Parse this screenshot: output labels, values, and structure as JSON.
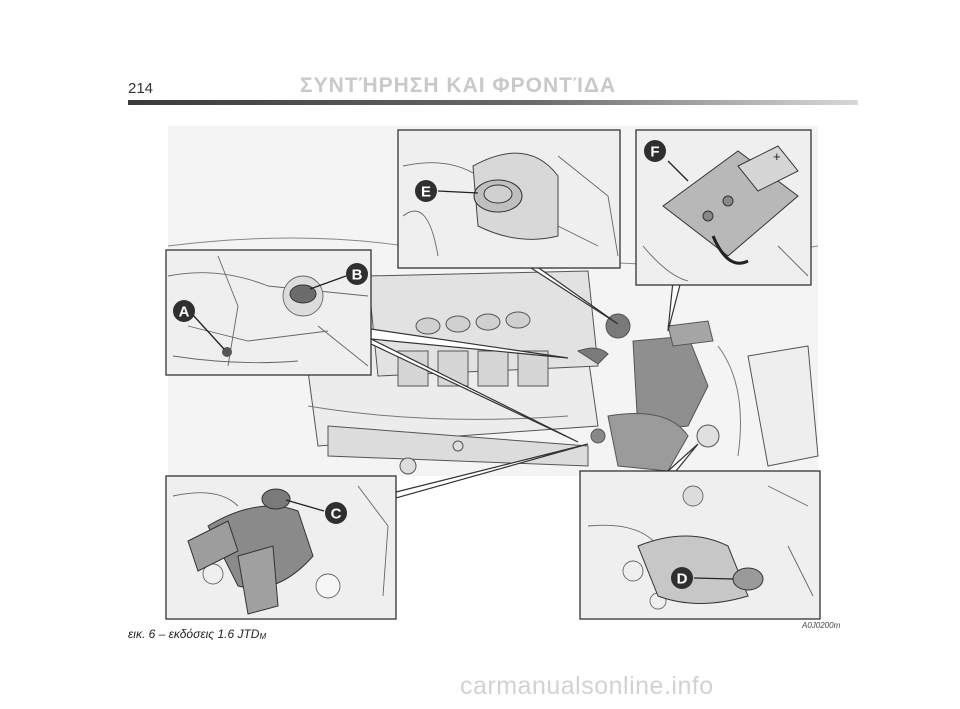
{
  "header": {
    "page_number": "214",
    "section_title": "ΣΥΝΤΉΡΗΣΗ ΚΑΙ ΦΡΟΝΤΊΔΑ"
  },
  "figure": {
    "callouts": {
      "a": "A",
      "b": "B",
      "c": "C",
      "d": "D",
      "e": "E",
      "f": "F"
    },
    "battery_plus_symbol": "+",
    "figure_code": "A0J0200m"
  },
  "caption": {
    "text": "εικ. 6 – εκδόσεις 1.6 JTD",
    "suffix": "M"
  },
  "watermark": "carmanualsonline.info"
}
